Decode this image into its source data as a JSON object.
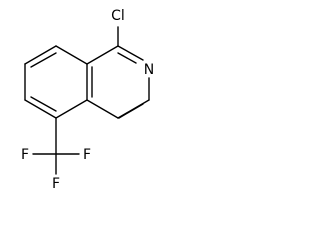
{
  "molecule": {
    "atoms": {
      "chlorine": "Cl",
      "nitrogen": "N",
      "fluorine_left": "F",
      "fluorine_bottom": "F",
      "fluorine_right": "F"
    },
    "colors": {
      "bond": "#000000",
      "label": "#000000",
      "background": "#ffffff"
    }
  }
}
